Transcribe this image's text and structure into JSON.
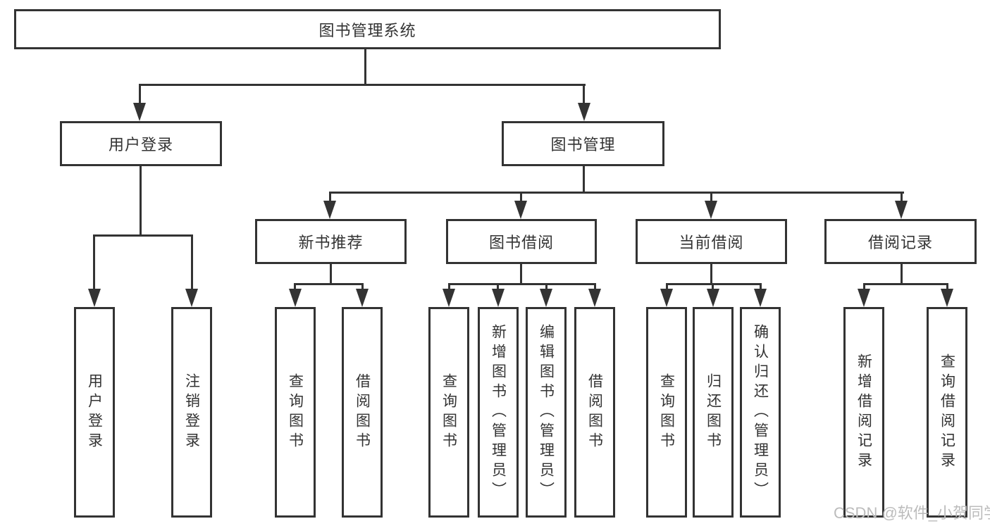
{
  "tree": {
    "root": {
      "label": "图书管理系统"
    },
    "level2": [
      {
        "label": "用户登录"
      },
      {
        "label": "图书管理"
      }
    ],
    "level3": [
      {
        "label": "新书推荐"
      },
      {
        "label": "图书借阅"
      },
      {
        "label": "当前借阅"
      },
      {
        "label": "借阅记录"
      }
    ],
    "leaves": {
      "user": [
        "用户登录",
        "注销登录"
      ],
      "recommend": [
        "查询图书",
        "借阅图书"
      ],
      "borrow": [
        "查询图书",
        "新增图书（管理员）",
        "编辑图书（管理员）",
        "借阅图书"
      ],
      "current": [
        "查询图书",
        "归还图书",
        "确认归还（管理员）"
      ],
      "records": [
        "新增借阅记录",
        "查询借阅记录"
      ]
    }
  },
  "watermark": {
    "text": "CSDN @软件_小贺同学"
  },
  "colors": {
    "line": "#333333",
    "box_border": "#333333",
    "text": "#333333",
    "background": "#ffffff",
    "watermark": "#bcbcbc"
  }
}
